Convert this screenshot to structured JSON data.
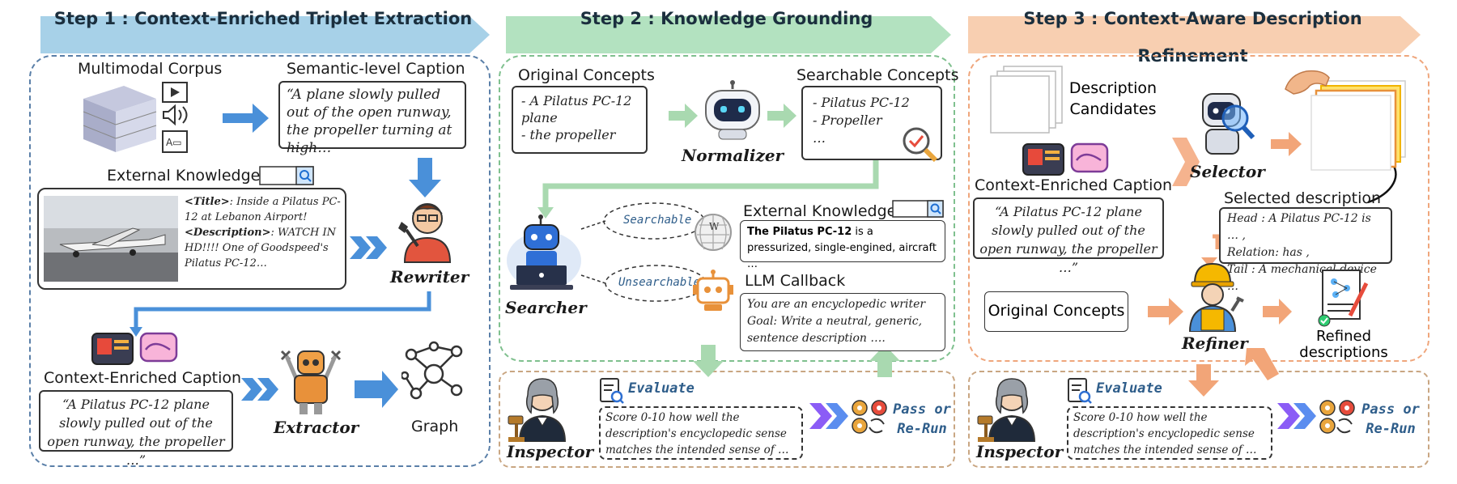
{
  "step1": {
    "title": "Step 1 : Context-Enriched Triplet Extraction",
    "multimodal_corpus": "Multimodal Corpus",
    "semantic_caption_label": "Semantic-level Caption",
    "semantic_caption_text": "“A plane slowly pulled out of the open runway, the propeller turning at high…",
    "external_knowledge": "External Knowledge",
    "ek_title_tag": "<Title>",
    "ek_title_text": ": Inside a Pilatus PC-12 at Lebanon Airport!",
    "ek_desc_tag": "<Description>",
    "ek_desc_text": ": WATCH IN HD!!!! One of Goodspeed's Pilatus PC-12…",
    "rewriter": "Rewriter",
    "context_caption_label": "Context-Enriched Caption",
    "context_caption_text": "“A Pilatus PC-12 plane slowly pulled out of the open runway, the propeller …”",
    "extractor": "Extractor",
    "graph": "Graph"
  },
  "step2": {
    "title": "Step 2 : Knowledge Grounding",
    "original_concepts": "Original Concepts",
    "original_concepts_text": "- A Pilatus PC-12 plane\n- the propeller",
    "normalizer": "Normalizer",
    "searchable_concepts": "Searchable Concepts",
    "searchable_concepts_text": "- Pilatus PC-12\n- Propeller\n…",
    "searchable": "Searchable",
    "unsearchable": "Unsearchable",
    "searcher": "Searcher",
    "external_knowledge": "External Knowledge",
    "ek_bold": "The Pilatus PC-12",
    "ek_text": " is a pressurized, single-engined, aircraft …",
    "llm_callback": "LLM Callback",
    "llm_text": "You are an encyclopedic writer Goal: Write a neutral, generic, sentence description ….",
    "evaluate": "Evaluate",
    "eval_text": "Score 0-10 how well the description's encyclopedic sense matches the intended sense of …",
    "inspector": "Inspector",
    "pass": "Pass or Re-Run"
  },
  "step3": {
    "title": "Step 3 : Context-Aware Description Refinement",
    "candidates": "Description Candidates",
    "selector": "Selector",
    "context_caption_label": "Context-Enriched Caption",
    "context_caption_text": "“A Pilatus PC-12 plane slowly pulled out of the open runway, the propeller …”",
    "selected_description": "Selected description",
    "selected_text": "Head : A Pilatus PC-12 is … ,\nRelation: has ,\nTail : A mechanical device …",
    "original_concepts": "Original Concepts",
    "refiner": "Refiner",
    "refined": "Refined descriptions",
    "evaluate": "Evaluate",
    "eval_text": "Score 0-10 how well the description's encyclopedic sense matches the intended sense of …",
    "inspector": "Inspector",
    "pass": "Pass or Re-Run"
  },
  "colors": {
    "step1": "#9dc9e3",
    "step2": "#a8dcb6",
    "step3": "#f6c9a8",
    "blue_arrow": "#4a90d9",
    "green_arrow": "#a9d9b0",
    "orange_arrow": "#f2a578"
  }
}
